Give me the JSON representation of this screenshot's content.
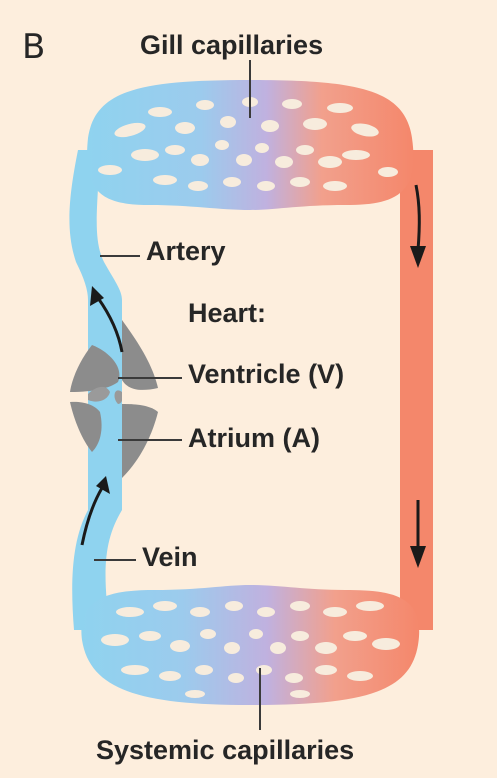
{
  "panel_label": "B",
  "labels": {
    "gill_capillaries": "Gill capillaries",
    "artery": "Artery",
    "heart": "Heart:",
    "ventricle": "Ventricle (V)",
    "atrium": "Atrium (A)",
    "vein": "Vein",
    "systemic_capillaries": "Systemic capillaries"
  },
  "colors": {
    "background": "#fdeedd",
    "deoxygenated_blood": "#8fd3ef",
    "oxygenated_blood": "#f4876b",
    "capillary_mix": "#bfb0df",
    "heart_tissue": "#8c8c8c",
    "pores": "#f7ecdd",
    "text": "#262626"
  }
}
